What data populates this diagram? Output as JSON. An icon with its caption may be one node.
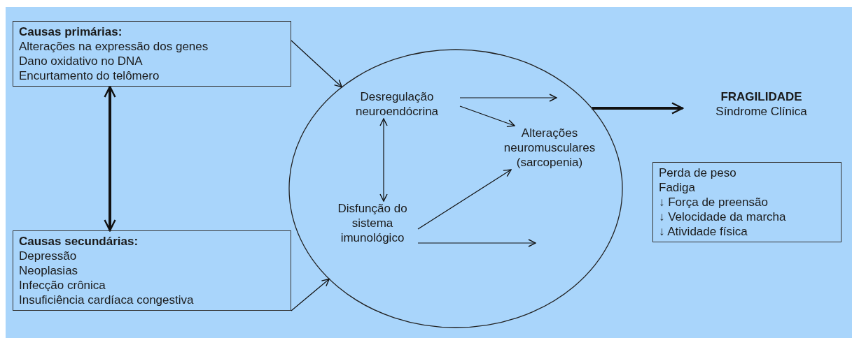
{
  "diagram": {
    "nodes": [
      {
        "text": [
          "Causas primárias:",
          "Alterações na expressão dos genes",
          "Dano oxidativo no DNA",
          "Encurtamento do telômero"
        ]
      },
      {
        "text": [
          "Causas secundárias:",
          "Depressão",
          "Neoplasias",
          "Infecção crônica",
          "Insuficiência cardíaca congestiva"
        ]
      },
      {
        "text": [],
        "shape": "ellipse"
      },
      {
        "text": [
          "Desregulação neuroendócrina"
        ],
        "in": 2
      },
      {
        "text": [
          "Alterações neuromusculares (sarcopenia)"
        ],
        "in": 2
      },
      {
        "text": [
          "Disfunção do sistema imunológico"
        ],
        "in": 2
      },
      {
        "text": [
          "FRAGILIDADE",
          "Síndrome Clínica"
        ]
      },
      {
        "text": [
          "Perda de peso",
          "Fadiga",
          "↓ Força de preensão",
          "↓ Velocidade da marcha",
          "↓ Atividade física"
        ]
      }
    ],
    "edges": [
      {
        "from": 0,
        "to": 1,
        "arrow": "both",
        "style": "thick"
      },
      {
        "from": 0,
        "to": 2,
        "arrow": "to"
      },
      {
        "from": 1,
        "to": 2,
        "arrow": "to"
      },
      {
        "from": 3,
        "to": null,
        "arrow": "to"
      },
      {
        "from": 3,
        "to": 4,
        "arrow": "to"
      },
      {
        "from": 3,
        "to": 5,
        "arrow": "both"
      },
      {
        "from": 5,
        "to": 4,
        "arrow": "to"
      },
      {
        "from": 5,
        "to": null,
        "arrow": "to"
      },
      {
        "from": 2,
        "to": 6,
        "arrow": "to",
        "style": "thick"
      }
    ]
  }
}
